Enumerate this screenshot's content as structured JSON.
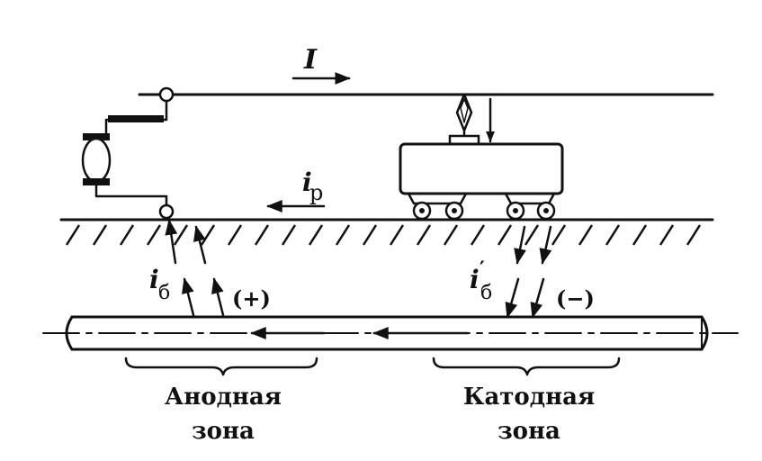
{
  "labels": {
    "current_total": "I",
    "current_rail": "i",
    "current_rail_sub": "р",
    "current_stray_anode": "i",
    "current_stray_anode_sub": "б",
    "current_stray_cathode": "i",
    "current_stray_cathode_prime": "′",
    "current_stray_cathode_sub": "б",
    "sign_plus": "(+)",
    "sign_minus": "(−)",
    "anode_zone_line1": "Анодная",
    "anode_zone_line2": "зона",
    "cathode_zone_line1": "Катодная",
    "cathode_zone_line2": "зона"
  },
  "icons": {
    "generator": "generator-icon",
    "tram": "tram-car-icon",
    "pantograph": "pantograph-icon",
    "pipe": "pipeline-icon",
    "ground": "ground-hatch-icon"
  },
  "colors": {
    "ink": "#111111",
    "background": "#ffffff"
  }
}
